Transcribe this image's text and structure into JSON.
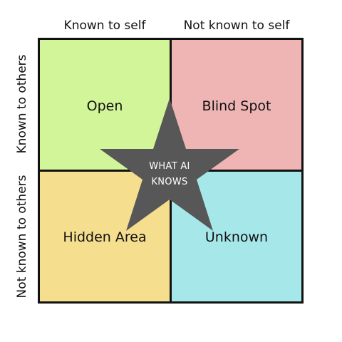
{
  "columns": {
    "left": "Known to self",
    "right": "Not known to self"
  },
  "rows": {
    "top": "Known to others",
    "bottom": "Not known to others"
  },
  "quadrants": {
    "open": "Open",
    "blind_spot": "Blind Spot",
    "hidden_area": "Hidden Area",
    "unknown": "Unknown"
  },
  "center": {
    "line1": "WHAT AI",
    "line2": "KNOWS"
  },
  "colors": {
    "open": "#d3f59a",
    "blind_spot": "#efb4b4",
    "hidden_area": "#f6de8f",
    "unknown": "#a6e8ea",
    "star": "#575757",
    "border": "#111111"
  }
}
